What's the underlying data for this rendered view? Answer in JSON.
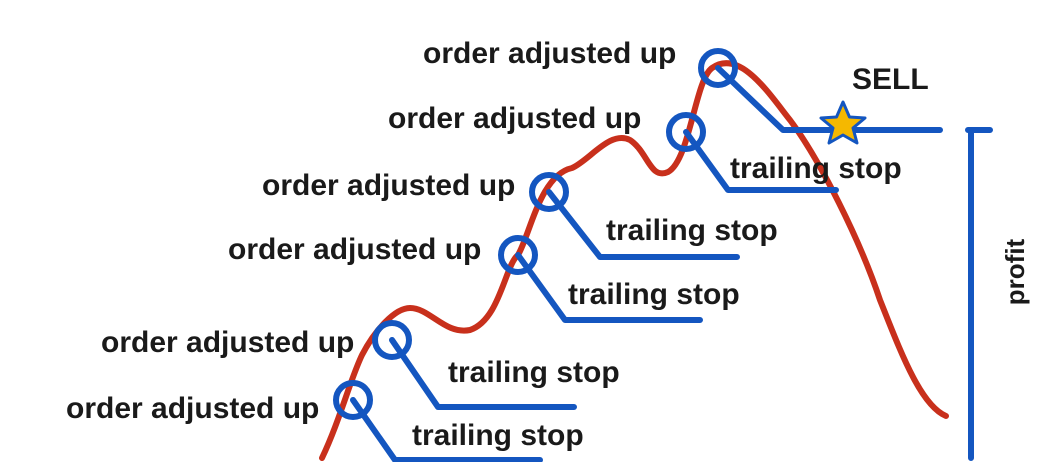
{
  "labels": {
    "order_adjusted": [
      "order adjusted up",
      "order adjusted up",
      "order adjusted up",
      "order adjusted up",
      "order adjusted up",
      "order adjusted up"
    ],
    "trailing": [
      "trailing stop",
      "trailing stop",
      "trailing stop",
      "trailing stop",
      "trailing stop"
    ],
    "sell": "SELL",
    "profit": "profit"
  },
  "colors": {
    "price_line": "#c8301c",
    "stop_line": "#1456c0",
    "star_fill": "#f5b800",
    "text": "#1a1a1a"
  },
  "icons": {
    "sell_marker": "star-icon"
  }
}
